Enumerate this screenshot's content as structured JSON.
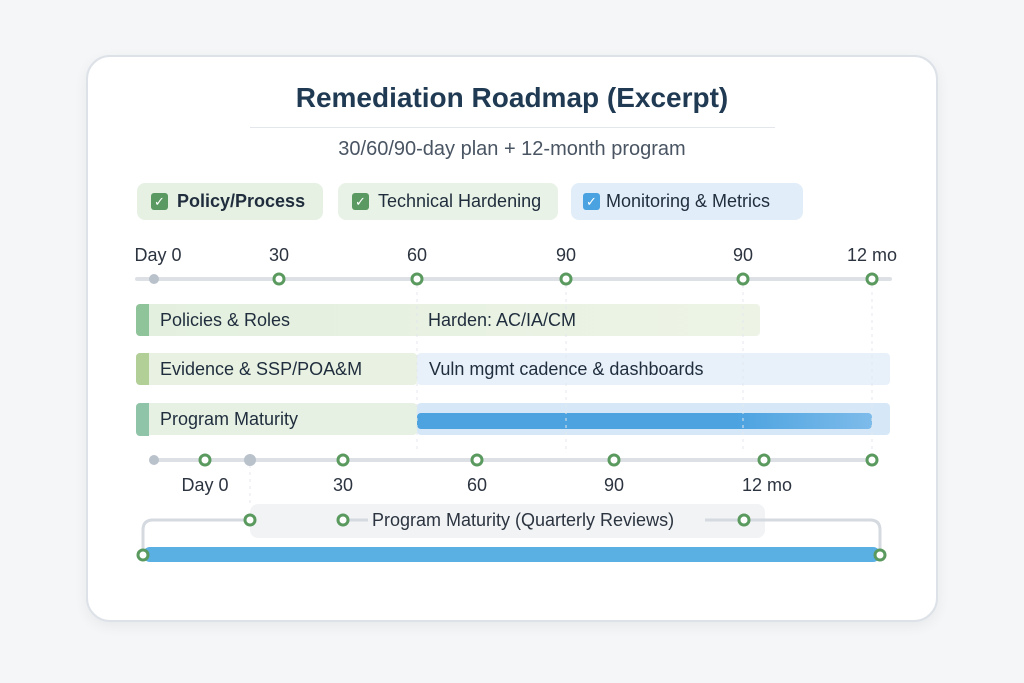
{
  "title": "Remediation Roadmap (Excerpt)",
  "subtitle": "30/60/90-day plan + 12-month program",
  "legend": [
    {
      "label": "Policy/Process",
      "color": "#5a9a62",
      "checked": true
    },
    {
      "label": "Technical Hardening",
      "color": "#5a9a62",
      "checked": true
    },
    {
      "label": "Monitoring & Metrics",
      "color": "#4aa3e0",
      "checked": true
    }
  ],
  "top_axis": [
    "Day 0",
    "30",
    "60",
    "90",
    "90",
    "12 mo"
  ],
  "rows": [
    {
      "left": "Policies & Roles",
      "right": "Harden: AC/IA/CM"
    },
    {
      "left": "Evidence & SSP/POA&M",
      "right": "Vuln mgmt cadence & dashboards"
    },
    {
      "left": "Program Maturity",
      "right": ""
    }
  ],
  "bottom_axis": [
    "Day 0",
    "30",
    "60",
    "90",
    "12 mo"
  ],
  "program_label": "Program Maturity (Quarterly Reviews)"
}
